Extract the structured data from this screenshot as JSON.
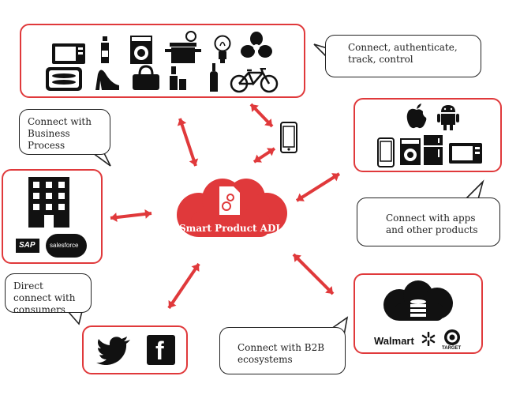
{
  "center": {
    "label": "Smart Product ADI",
    "color": "#e0393b"
  },
  "bubbles": {
    "connect": "Connect, authenticate, track, control",
    "business": "Connect with Business Process",
    "apps": "Connect with apps and other products",
    "consumers": "Direct connect with consumers",
    "b2b": "Connect with B2B ecosystems"
  },
  "logos": {
    "sap": "SAP",
    "salesforce": "salesforce",
    "walmart": "Walmart",
    "target": "TARGET",
    "facebook": "f"
  },
  "colors": {
    "accent": "#e0393b",
    "ink": "#111111"
  },
  "icons": {
    "products": [
      "microwave-icon",
      "bottle-icon",
      "washing-machine-icon",
      "pot-icon",
      "lightbulb-icon",
      "fan-icon",
      "sardine-can-icon",
      "high-heel-icon",
      "handbag-icon",
      "cosmetics-icon",
      "wine-bottle-icon",
      "bicycle-icon"
    ],
    "apps": [
      "apple-icon",
      "android-icon",
      "smartphone-icon",
      "washing-machine-icon",
      "refrigerator-icon",
      "microwave-icon"
    ],
    "social": [
      "twitter-icon",
      "facebook-icon"
    ]
  }
}
